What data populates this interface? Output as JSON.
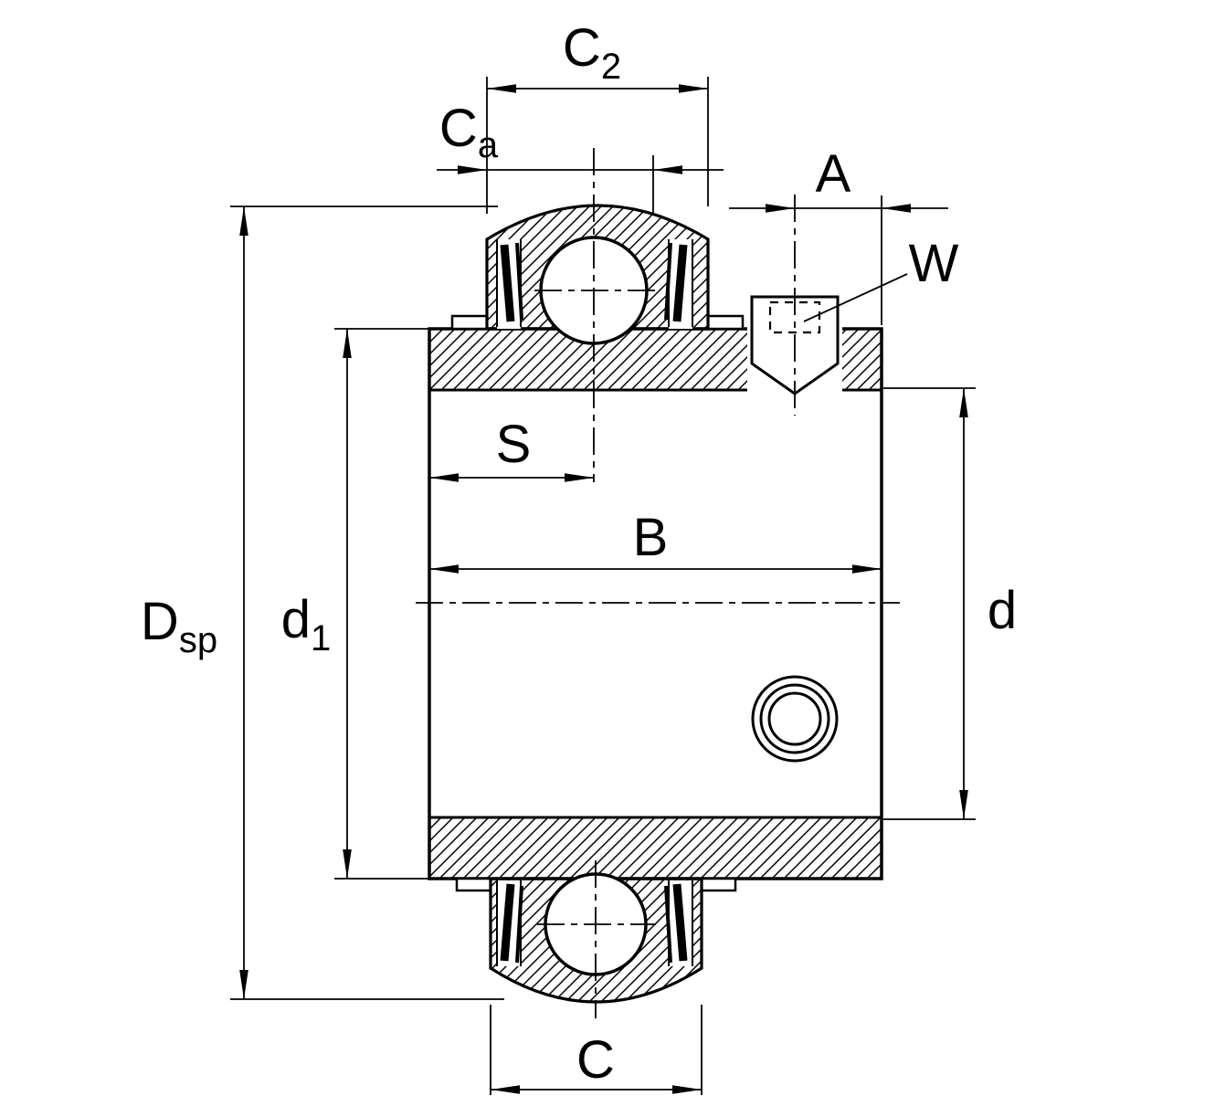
{
  "diagram": {
    "colors": {
      "line": "#000000",
      "background": "#ffffff"
    }
  },
  "labels": {
    "c2": {
      "main": "C",
      "sub": "2"
    },
    "ca": {
      "main": "C",
      "sub": "a"
    },
    "a": {
      "main": "A"
    },
    "w": {
      "main": "W"
    },
    "s": {
      "main": "S"
    },
    "b": {
      "main": "B"
    },
    "dsp": {
      "main": "D",
      "sub": "sp"
    },
    "d1": {
      "main": "d",
      "sub": "1"
    },
    "d": {
      "main": "d"
    },
    "c": {
      "main": "C"
    }
  }
}
